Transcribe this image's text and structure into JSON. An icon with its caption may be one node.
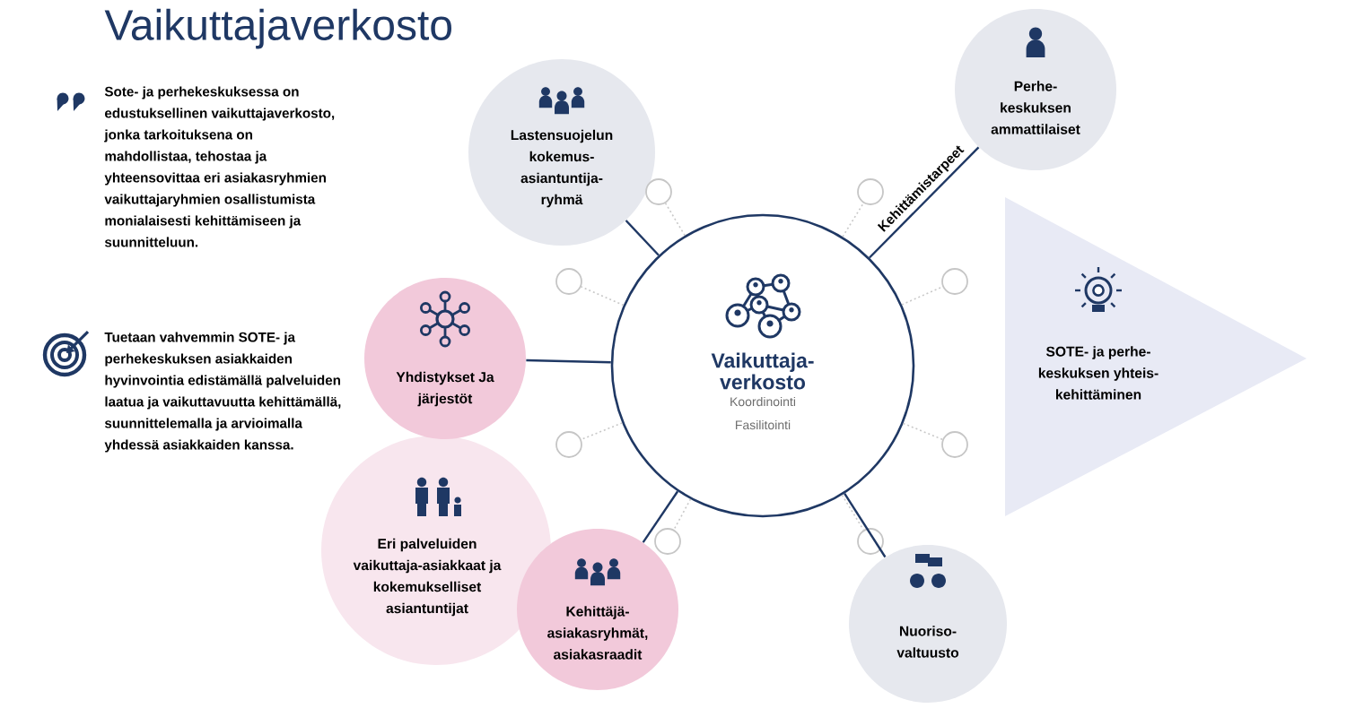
{
  "diagram": {
    "title": "Vaikuttajaverkosto",
    "nodes": [
      {
        "text": [
          "Vaikuttaja- verkosto",
          "Koordinointi",
          "Fasilitointi"
        ]
      },
      {
        "text": [
          "Lastensuojelun kokemus- asiantuntija- ryhmä"
        ]
      },
      {
        "text": [
          "Perhe- keskuksen ammattilaiset"
        ]
      },
      {
        "text": [
          "SOTE- ja perhe- keskuksen yhteis- kehittäminen"
        ]
      },
      {
        "text": [
          "Yhdistykset Ja järjestöt"
        ]
      },
      {
        "text": [
          "Eri palveluiden vaikuttaja-asiakkaat ja kokemukselliset asiantuntijat"
        ]
      },
      {
        "text": [
          "Kehittäjä- asiakasryhmät, asiakasraadit"
        ]
      },
      {
        "text": [
          "Nuoriso- valtuusto"
        ]
      },
      {
        "text": [],
        "shape": "circle"
      },
      {
        "text": [],
        "shape": "circle"
      },
      {
        "text": [],
        "shape": "circle"
      },
      {
        "text": [],
        "shape": "circle"
      },
      {
        "text": [],
        "shape": "circle"
      },
      {
        "text": [],
        "shape": "circle"
      },
      {
        "text": [],
        "shape": "circle"
      },
      {
        "text": [],
        "shape": "circle"
      }
    ],
    "edges": [
      {
        "from": 0,
        "to": 1,
        "arrow": "none",
        "color": "#1f3864"
      },
      {
        "from": 0,
        "to": 2,
        "arrow": "none",
        "label": "Kehittämistarpeet",
        "color": "#1f3864"
      },
      {
        "from": 0,
        "to": 4,
        "arrow": "none",
        "color": "#1f3864"
      },
      {
        "from": 0,
        "to": 6,
        "arrow": "none",
        "color": "#1f3864"
      },
      {
        "from": 0,
        "to": 7,
        "arrow": "none",
        "color": "#1f3864"
      },
      {
        "from": 0,
        "to": 8,
        "arrow": "none",
        "style": "dashed",
        "color": "#c8c8c8"
      },
      {
        "from": 0,
        "to": 9,
        "arrow": "none",
        "style": "dashed",
        "color": "#c8c8c8"
      },
      {
        "from": 0,
        "to": 10,
        "arrow": "none",
        "style": "dashed",
        "color": "#c8c8c8"
      },
      {
        "from": 0,
        "to": 11,
        "arrow": "none",
        "style": "dashed",
        "color": "#c8c8c8"
      },
      {
        "from": 0,
        "to": 12,
        "arrow": "none",
        "style": "dashed",
        "color": "#c8c8c8"
      },
      {
        "from": 0,
        "to": 13,
        "arrow": "none",
        "style": "dashed",
        "color": "#c8c8c8"
      },
      {
        "from": 0,
        "to": 14,
        "arrow": "none",
        "style": "dashed",
        "color": "#c8c8c8"
      },
      {
        "from": 0,
        "to": 15,
        "arrow": "none",
        "style": "dashed",
        "color": "#c8c8c8"
      }
    ],
    "labels": [
      "Sote- ja perhekeskuksessa on edustuksellinen vaikuttajaverkosto, jonka tarkoituksena on mahdollistaa, tehostaa ja yhteensovittaa eri asiakasryhmien vaikuttajaryhmien osallistumista monialaisesti kehittämiseen ja suunnitteluun.",
      "Tuetaan vahvemmin SOTE- ja perhekeskuksen asiakkaiden hyvinvointia edistämällä palveluiden laatua ja vaikuttavuutta kehittämällä, suunnittelemalla ja arvioimalla yhdessä asiakkaiden kanssa."
    ]
  }
}
